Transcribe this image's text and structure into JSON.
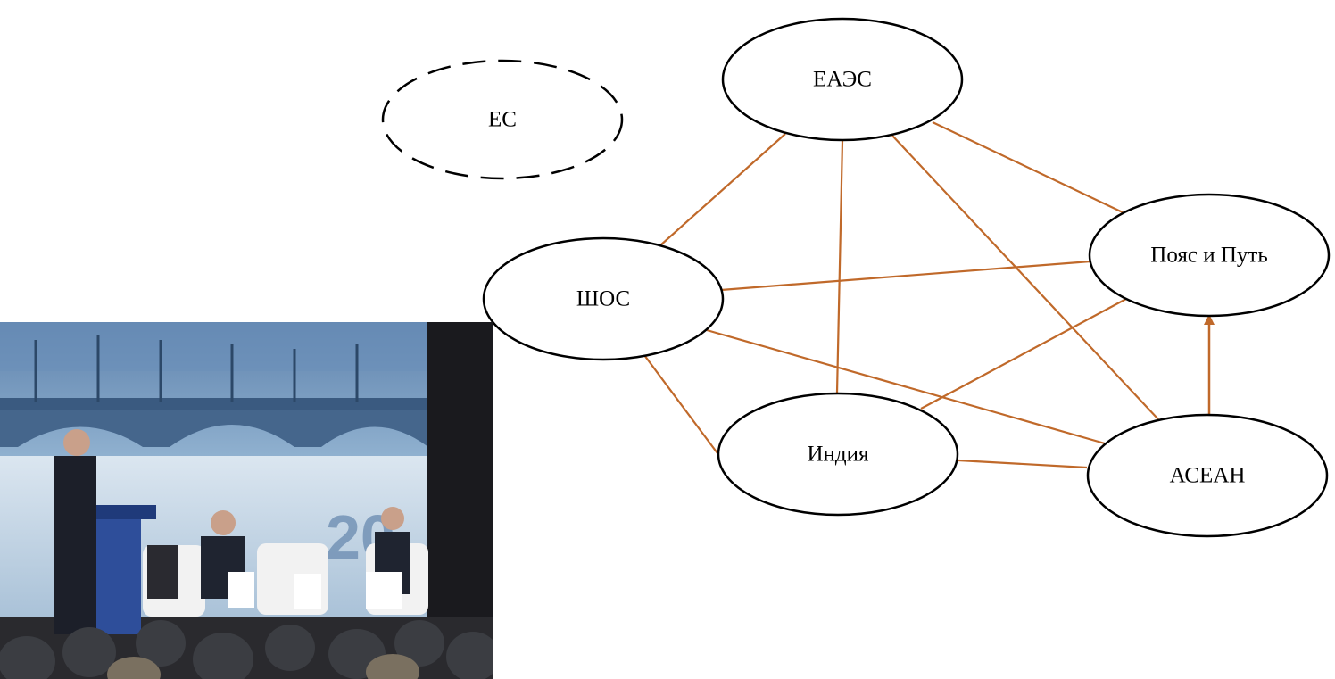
{
  "colors": {
    "edge": "#c0692a",
    "node_stroke": "#000000",
    "background": "#ffffff"
  },
  "nodes": [
    {
      "id": "es",
      "label": "ЕС",
      "style": "dashed"
    },
    {
      "id": "eaes",
      "label": "ЕАЭС",
      "style": "solid"
    },
    {
      "id": "shos",
      "label": "ШОС",
      "style": "solid"
    },
    {
      "id": "belt",
      "label": "Пояс и Путь",
      "style": "solid"
    },
    {
      "id": "india",
      "label": "Индия",
      "style": "solid"
    },
    {
      "id": "asean",
      "label": "АСЕАН",
      "style": "solid"
    }
  ],
  "edges": [
    {
      "from": "eaes",
      "to": "shos"
    },
    {
      "from": "eaes",
      "to": "india"
    },
    {
      "from": "eaes",
      "to": "asean"
    },
    {
      "from": "eaes",
      "to": "belt"
    },
    {
      "from": "shos",
      "to": "belt"
    },
    {
      "from": "shos",
      "to": "asean"
    },
    {
      "from": "shos",
      "to": "india"
    },
    {
      "from": "india",
      "to": "belt"
    },
    {
      "from": "india",
      "to": "asean"
    },
    {
      "from": "asean",
      "to": "belt",
      "arrow": true
    }
  ],
  "photo": {
    "description_icon": "conference-photo"
  }
}
